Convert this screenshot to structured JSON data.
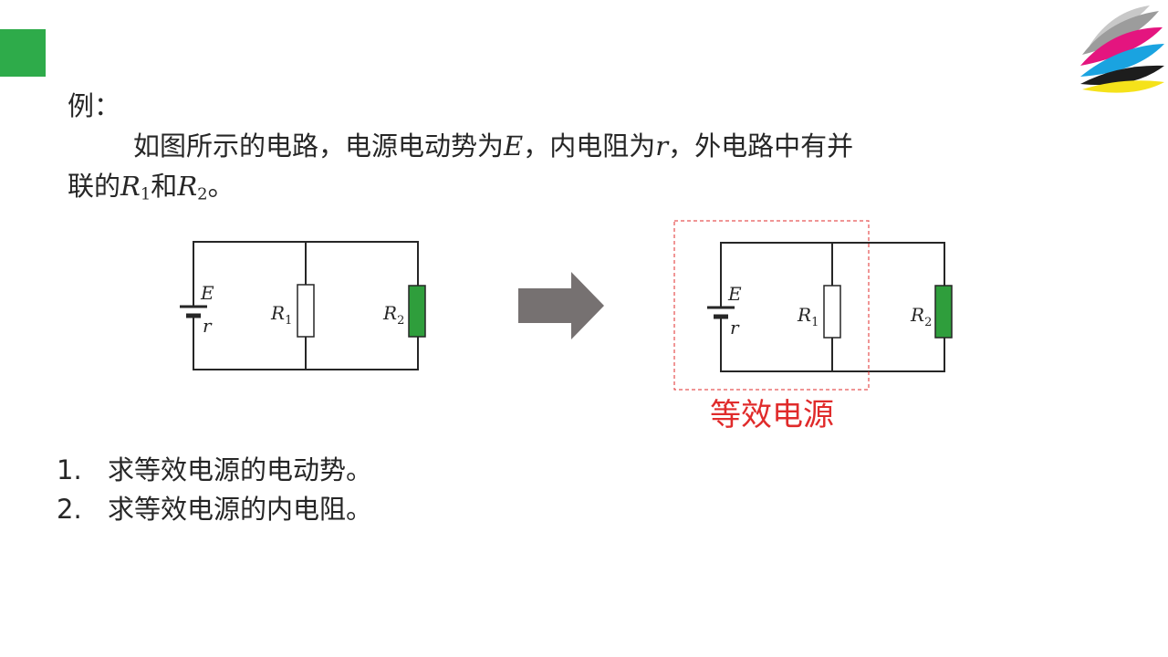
{
  "colors": {
    "accent_green": "#2eab4a",
    "resistor_green": "#2f9e3c",
    "arrow_gray": "#767171",
    "equivalent_red": "#e02b2b",
    "text": "#262626"
  },
  "example": {
    "heading": "例：",
    "line1_text": "如图所示的电路，电源电动势为",
    "symbol_E": "E",
    "sep1": "，内电阻为",
    "symbol_r": "r",
    "sep2": "，外电路中有并",
    "line2_prefix": "联的",
    "R1_letter": "R",
    "R1_sub": "1",
    "and": "和",
    "R2_letter": "R",
    "R2_sub": "2",
    "line2_end": "。"
  },
  "diagram": {
    "left": {
      "E": "E",
      "r": "r",
      "R1": "R",
      "R1_sub": "1",
      "R2": "R",
      "R2_sub": "2"
    },
    "right": {
      "E": "E",
      "r": "r",
      "R1": "R",
      "R1_sub": "1",
      "R2": "R",
      "R2_sub": "2",
      "equivalent_label": "等效电源"
    }
  },
  "questions": [
    {
      "num": "1.",
      "text": "求等效电源的电动势。"
    },
    {
      "num": "2.",
      "text": "求等效电源的内电阻。"
    }
  ]
}
